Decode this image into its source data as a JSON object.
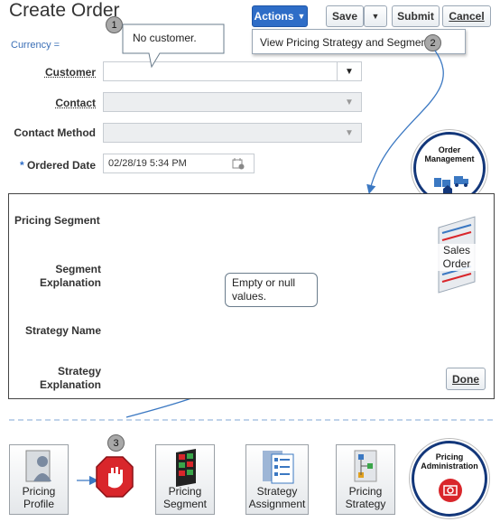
{
  "page": {
    "title": "Create Order",
    "currency_label": "Currency ="
  },
  "toolbar": {
    "actions_label": "Actions",
    "save_label": "Save",
    "submit_label": "Submit",
    "cancel_label": "Cancel",
    "menu_item": "View Pricing Strategy and Segment"
  },
  "form": {
    "customer_label": "Customer",
    "contact_label": "Contact",
    "contact_method_label": "Contact Method",
    "ordered_date_label": "Ordered Date",
    "ordered_date_value": "02/28/19 5:34 PM",
    "required_mark": "*"
  },
  "callouts": {
    "one_number": "1",
    "one_text": "No customer.",
    "two_number": "2",
    "three_number": "3",
    "empty_text": "Empty or null values."
  },
  "panel": {
    "pricing_segment_label": "Pricing Segment",
    "segment_explanation_label": "Segment Explanation",
    "strategy_name_label": "Strategy Name",
    "strategy_explanation_label": "Strategy Explanation",
    "done_label": "Done",
    "sales_order_label": "Sales Order"
  },
  "badges": {
    "order_management": "Order Management",
    "pricing_administration": "Pricing Administration"
  },
  "tiles": {
    "pricing_profile": "Pricing Profile",
    "pricing_segment": "Pricing Segment",
    "strategy_assignment": "Strategy Assignment",
    "pricing_strategy": "Pricing Strategy"
  },
  "colors": {
    "accent": "#2e6dc7",
    "teal": "#1a8f8f",
    "red": "#d9262b",
    "navy": "#13377a"
  }
}
